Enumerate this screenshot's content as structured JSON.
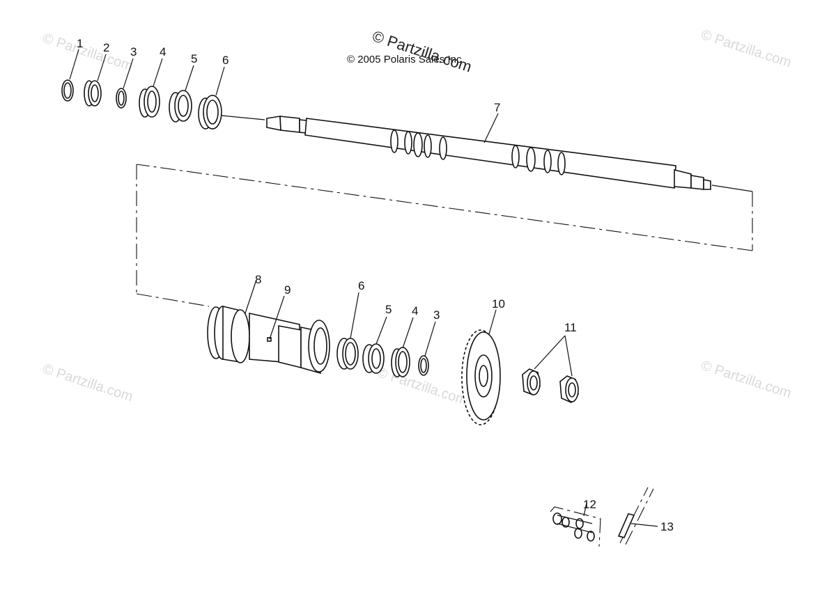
{
  "copyright": "© 2005 Polaris Sales Inc.",
  "watermark": {
    "text": "Partzilla.com",
    "symbol": "©"
  },
  "callouts": {
    "c1": "1",
    "c2": "2",
    "c3a": "3",
    "c4a": "4",
    "c5a": "5",
    "c6a": "6",
    "c7": "7",
    "c8": "8",
    "c9": "9",
    "c6b": "6",
    "c5b": "5",
    "c4b": "4",
    "c3b": "3",
    "c10": "10",
    "c11": "11",
    "c12": "12",
    "c13": "13"
  }
}
